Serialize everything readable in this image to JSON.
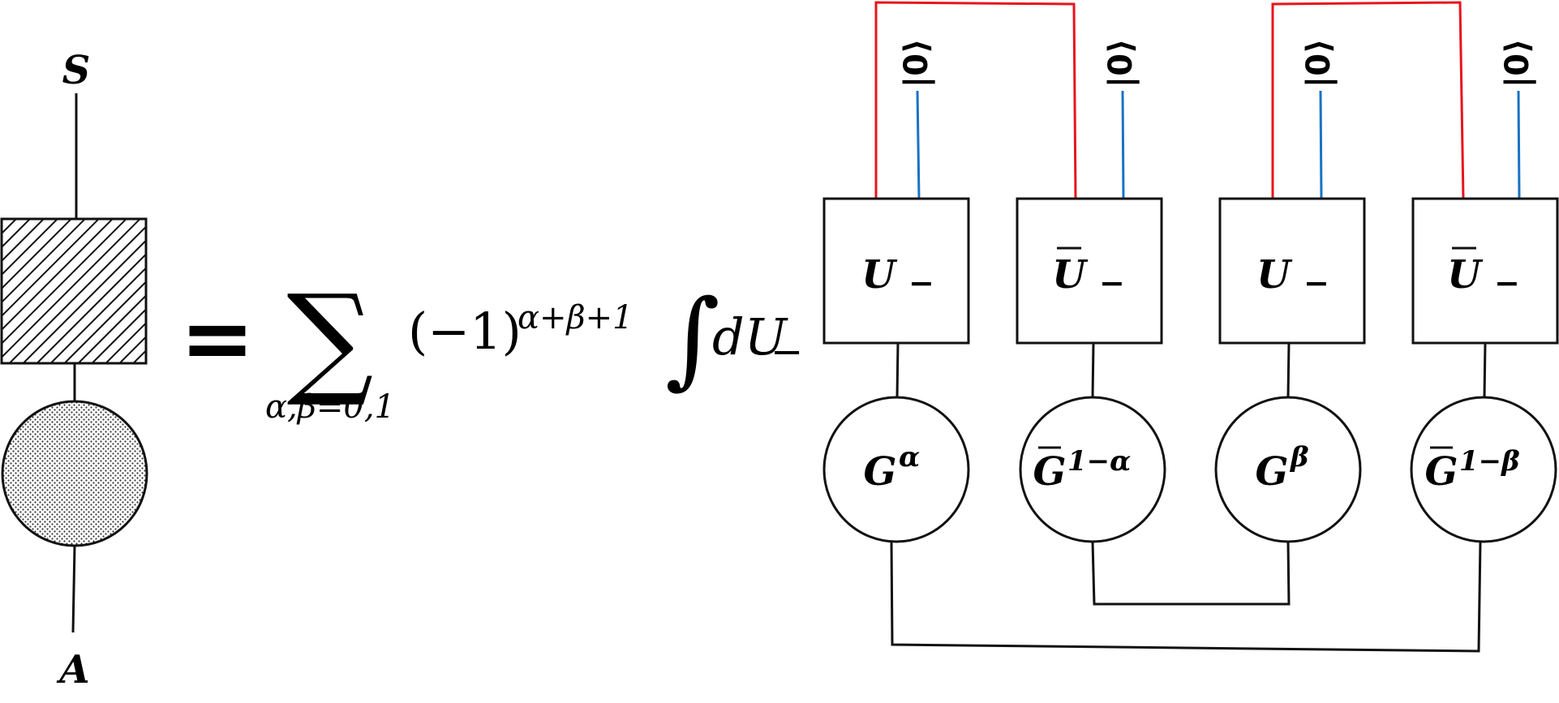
{
  "left": {
    "top_label": "S",
    "bottom_label": "A"
  },
  "equation": {
    "equals": "=",
    "sum_symbol": "∑",
    "sum_subscript": "α,β=0,1",
    "sign_factor": "(−1)",
    "sign_exponent": "α+β+1",
    "integral_symbol": "∫",
    "integrand": "dU",
    "integrand_sub": "−"
  },
  "boxes": [
    {
      "letter": "U",
      "bar": false,
      "sub": "−",
      "ket": "|0⟩"
    },
    {
      "letter": "U",
      "bar": true,
      "sub": "−",
      "ket": "|0⟩"
    },
    {
      "letter": "U",
      "bar": false,
      "sub": "−",
      "ket": "|0⟩"
    },
    {
      "letter": "U",
      "bar": true,
      "sub": "−",
      "ket": "|0⟩"
    }
  ],
  "circles": [
    {
      "letter": "G",
      "bar": false,
      "sup": "α"
    },
    {
      "letter": "G",
      "bar": true,
      "sup": "1−α"
    },
    {
      "letter": "G",
      "bar": false,
      "sup": "β"
    },
    {
      "letter": "G",
      "bar": true,
      "sup": "1−β"
    }
  ],
  "colors": {
    "red_wire": "#e8141c",
    "blue_wire": "#1a72c4",
    "line": "#111111"
  }
}
